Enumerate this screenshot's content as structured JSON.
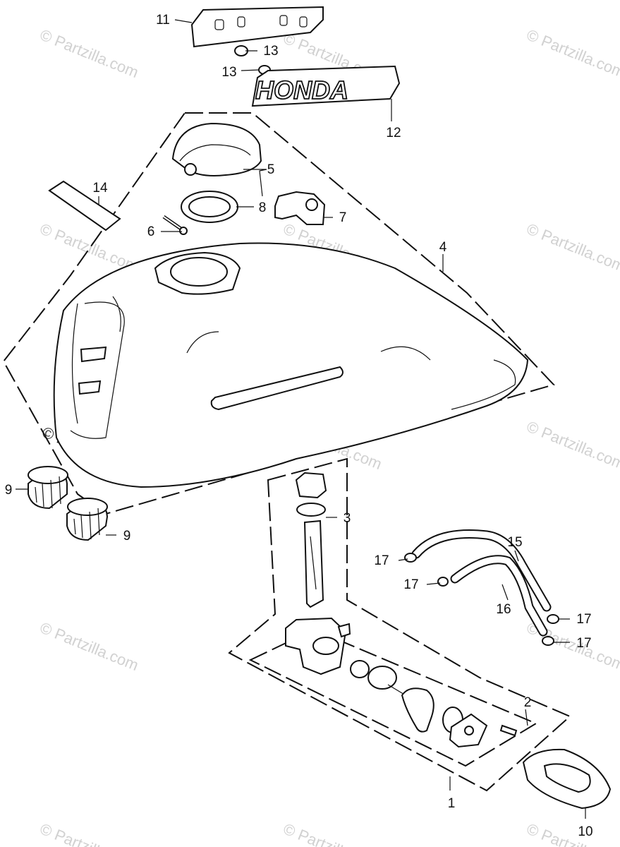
{
  "watermark": "© Partzilla.com",
  "brand_emblem": "HONDA",
  "callouts": [
    "1",
    "2",
    "3",
    "4",
    "5",
    "6",
    "7",
    "8",
    "9",
    "9",
    "10",
    "11",
    "12",
    "13",
    "13",
    "14",
    "15",
    "16",
    "17",
    "17",
    "17",
    "17"
  ]
}
